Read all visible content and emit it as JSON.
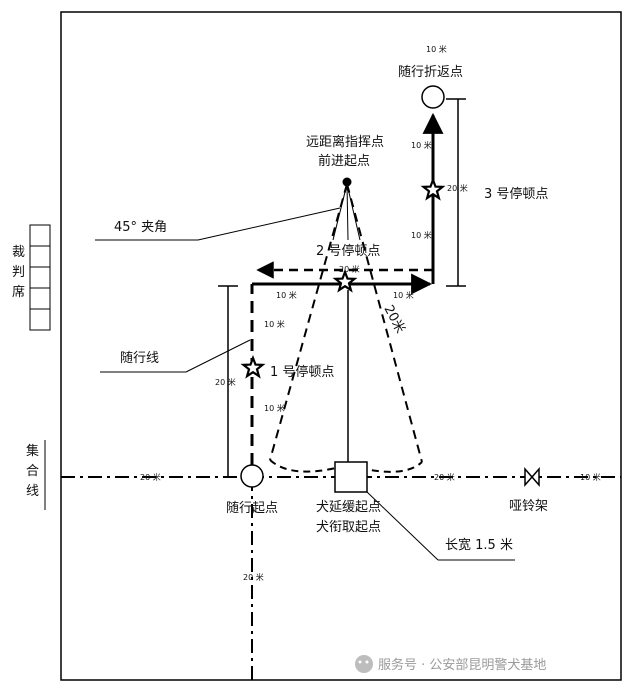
{
  "labels": {
    "turnaround_point": "随行折返点",
    "remote_command_point_line1": "远距离指挥点",
    "remote_command_point_line2": "前进起点",
    "angle_45": "45° 夹角",
    "stop_2": "2 号停顿点",
    "stop_3": "3 号停顿点",
    "stop_1": "1 号停顿点",
    "heel_line": "随行线",
    "heel_start": "随行起点",
    "dog_start_line1": "犬延缓起点",
    "dog_start_line2": "犬衔取起点",
    "size_note": "长宽 1.5 米",
    "dumbbell_rack": "哑铃架",
    "judge_seat": "裁判席",
    "assembly_line": "集合线",
    "dist_20m_large": "20米"
  },
  "distances": {
    "top_10": "10 米",
    "right_up_10": "10 米",
    "right_mid_20": "20 米",
    "right_low_10": "10 米",
    "horiz_20": "20 米",
    "horiz_left_10": "10 米",
    "horiz_right_10": "10 米",
    "left_upper_10": "10 米",
    "left_20": "20 米",
    "left_lower_10": "10 米",
    "base_left_20": "20 米",
    "base_mid_20": "20 米",
    "base_right_10": "10 米",
    "bottom_20": "20 米"
  },
  "watermark": "服务号 · 公安部昆明警犬基地"
}
